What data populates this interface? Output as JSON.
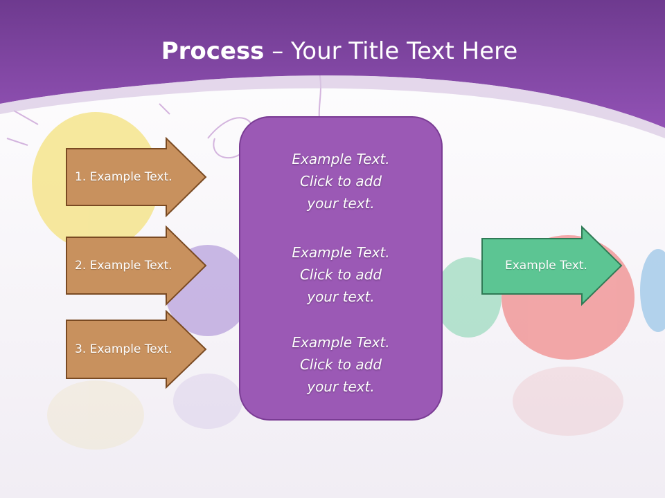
{
  "slide": {
    "title_bold": "Process",
    "title_rest": " – Your Title Text Here",
    "left_items": [
      {
        "label": "1. Example Text."
      },
      {
        "label": "2. Example Text."
      },
      {
        "label": "3. Example Text."
      }
    ],
    "center_blocks": [
      {
        "lines": [
          "Example Text.",
          "Click  to add",
          "your text."
        ]
      },
      {
        "lines": [
          "Example Text.",
          "Click  to add",
          "your text."
        ]
      },
      {
        "lines": [
          "Example Text.",
          "Click  to add",
          "your text."
        ]
      }
    ],
    "right_item": {
      "label": "Example Text."
    }
  },
  "colors": {
    "header_purple": "#8a49ad",
    "left_arrow": "#c8915e",
    "center_box": "#9b59b5",
    "right_arrow": "#5cc593"
  }
}
